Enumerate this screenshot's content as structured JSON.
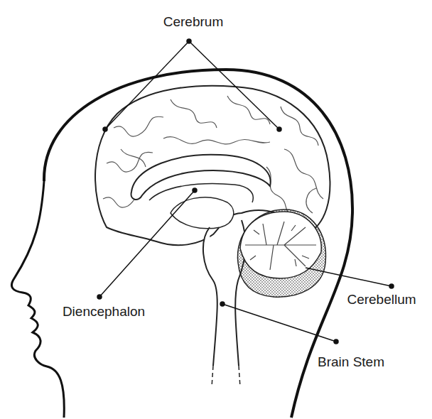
{
  "diagram": {
    "labels": [
      "Cerebrum",
      "Diencephalon",
      "Cerebellum",
      "Brain Stem"
    ]
  }
}
